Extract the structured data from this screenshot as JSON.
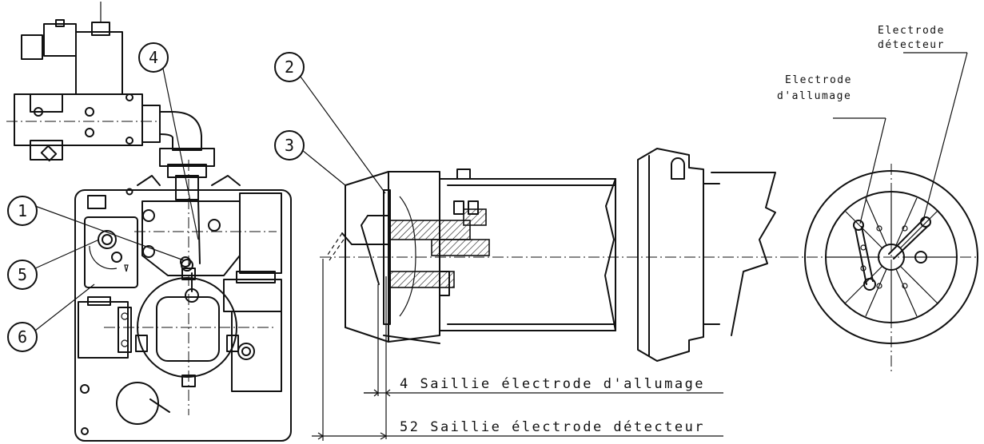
{
  "callouts": [
    "1",
    "2",
    "3",
    "4",
    "5",
    "6"
  ],
  "labels": {
    "detector_line1": "Electrode",
    "detector_line2": "détecteur",
    "ignition_line1": "Electrode",
    "ignition_line2": "d'allumage"
  },
  "dimensions": {
    "ignition": "4 Saillie électrode d'allumage",
    "detector": "52 Saillie électrode détecteur"
  }
}
